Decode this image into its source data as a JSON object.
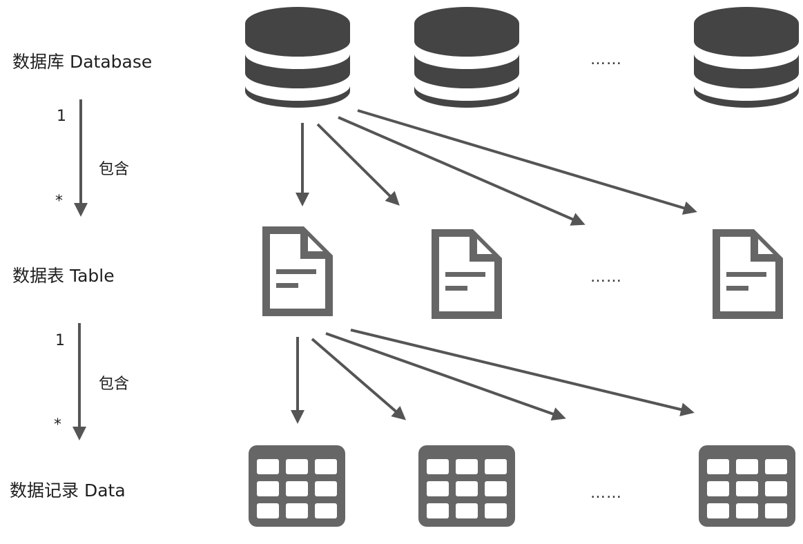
{
  "labels": {
    "database": "数据库 Database",
    "table": "数据表 Table",
    "data": "数据记录 Data"
  },
  "relations": [
    {
      "one": "1",
      "many": "*",
      "verb": "包含"
    },
    {
      "one": "1",
      "many": "*",
      "verb": "包含"
    }
  ],
  "ellipsis": "……",
  "icons": {
    "database": "database-icon",
    "table": "document-icon",
    "data": "grid-table-icon"
  },
  "colors": {
    "icon": "#444444",
    "icon_secondary": "#666666",
    "arrow": "#555555",
    "text": "#1f1f1f"
  }
}
